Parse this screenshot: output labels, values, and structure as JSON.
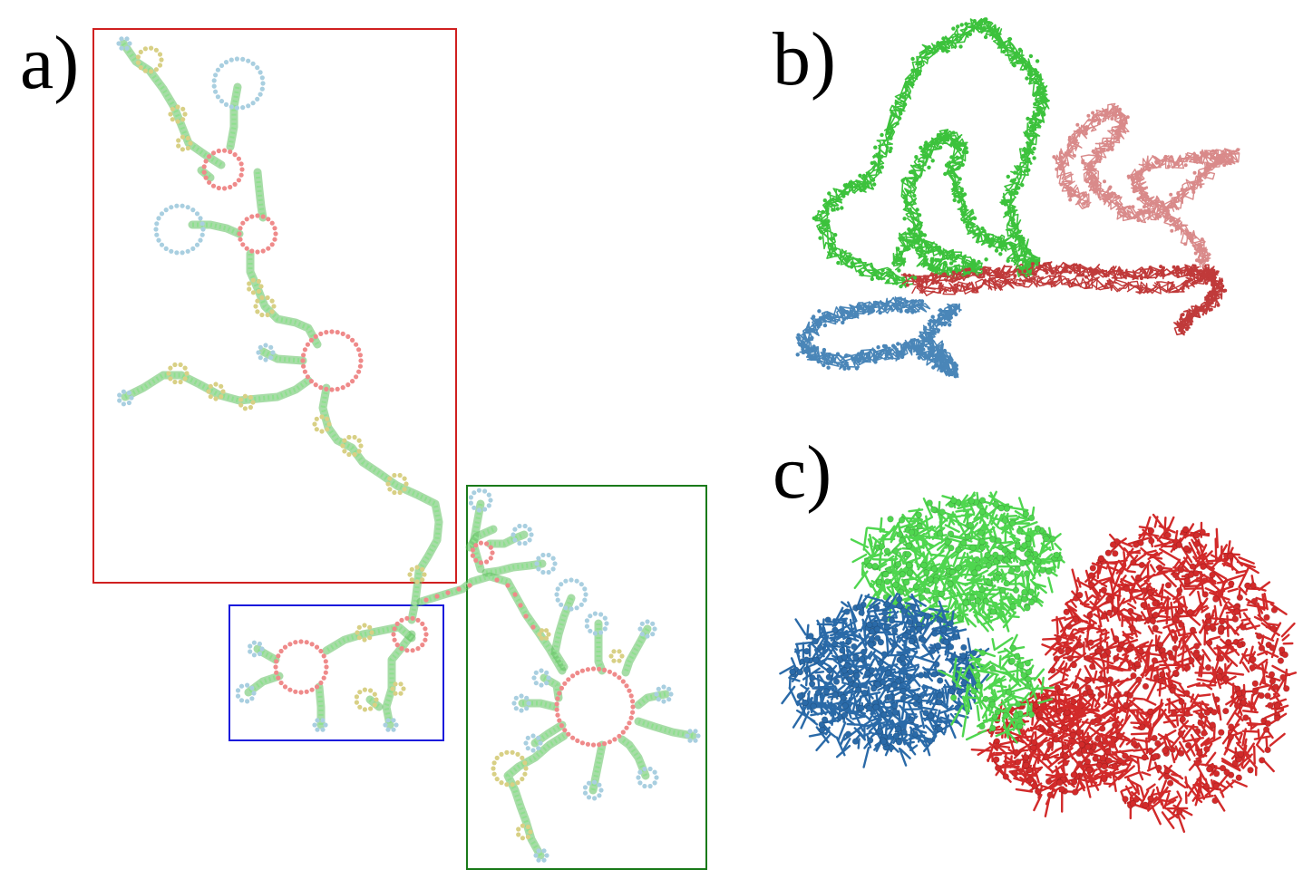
{
  "panels": {
    "a": {
      "label": "a)"
    },
    "b": {
      "label": "b)"
    },
    "c": {
      "label": "c)"
    }
  },
  "colors": {
    "region_red_box": "#d02020",
    "region_green_box": "#1a7a1a",
    "region_blue_box": "#1a1adc",
    "stem": "#8ee08e",
    "stem_outline": "#5fc05f",
    "hairpin_loop": "#a9cfe0",
    "internal_loop": "#d8d085",
    "multi_loop": "#ef8a8a",
    "model_green": "#3cc23c",
    "model_red": "#c03a3a",
    "model_pink": "#d98a8a",
    "model_blue": "#4a86b8",
    "dense_green": "#4fd64f",
    "dense_red": "#d22a2a",
    "dense_blue": "#2a6aa8"
  }
}
